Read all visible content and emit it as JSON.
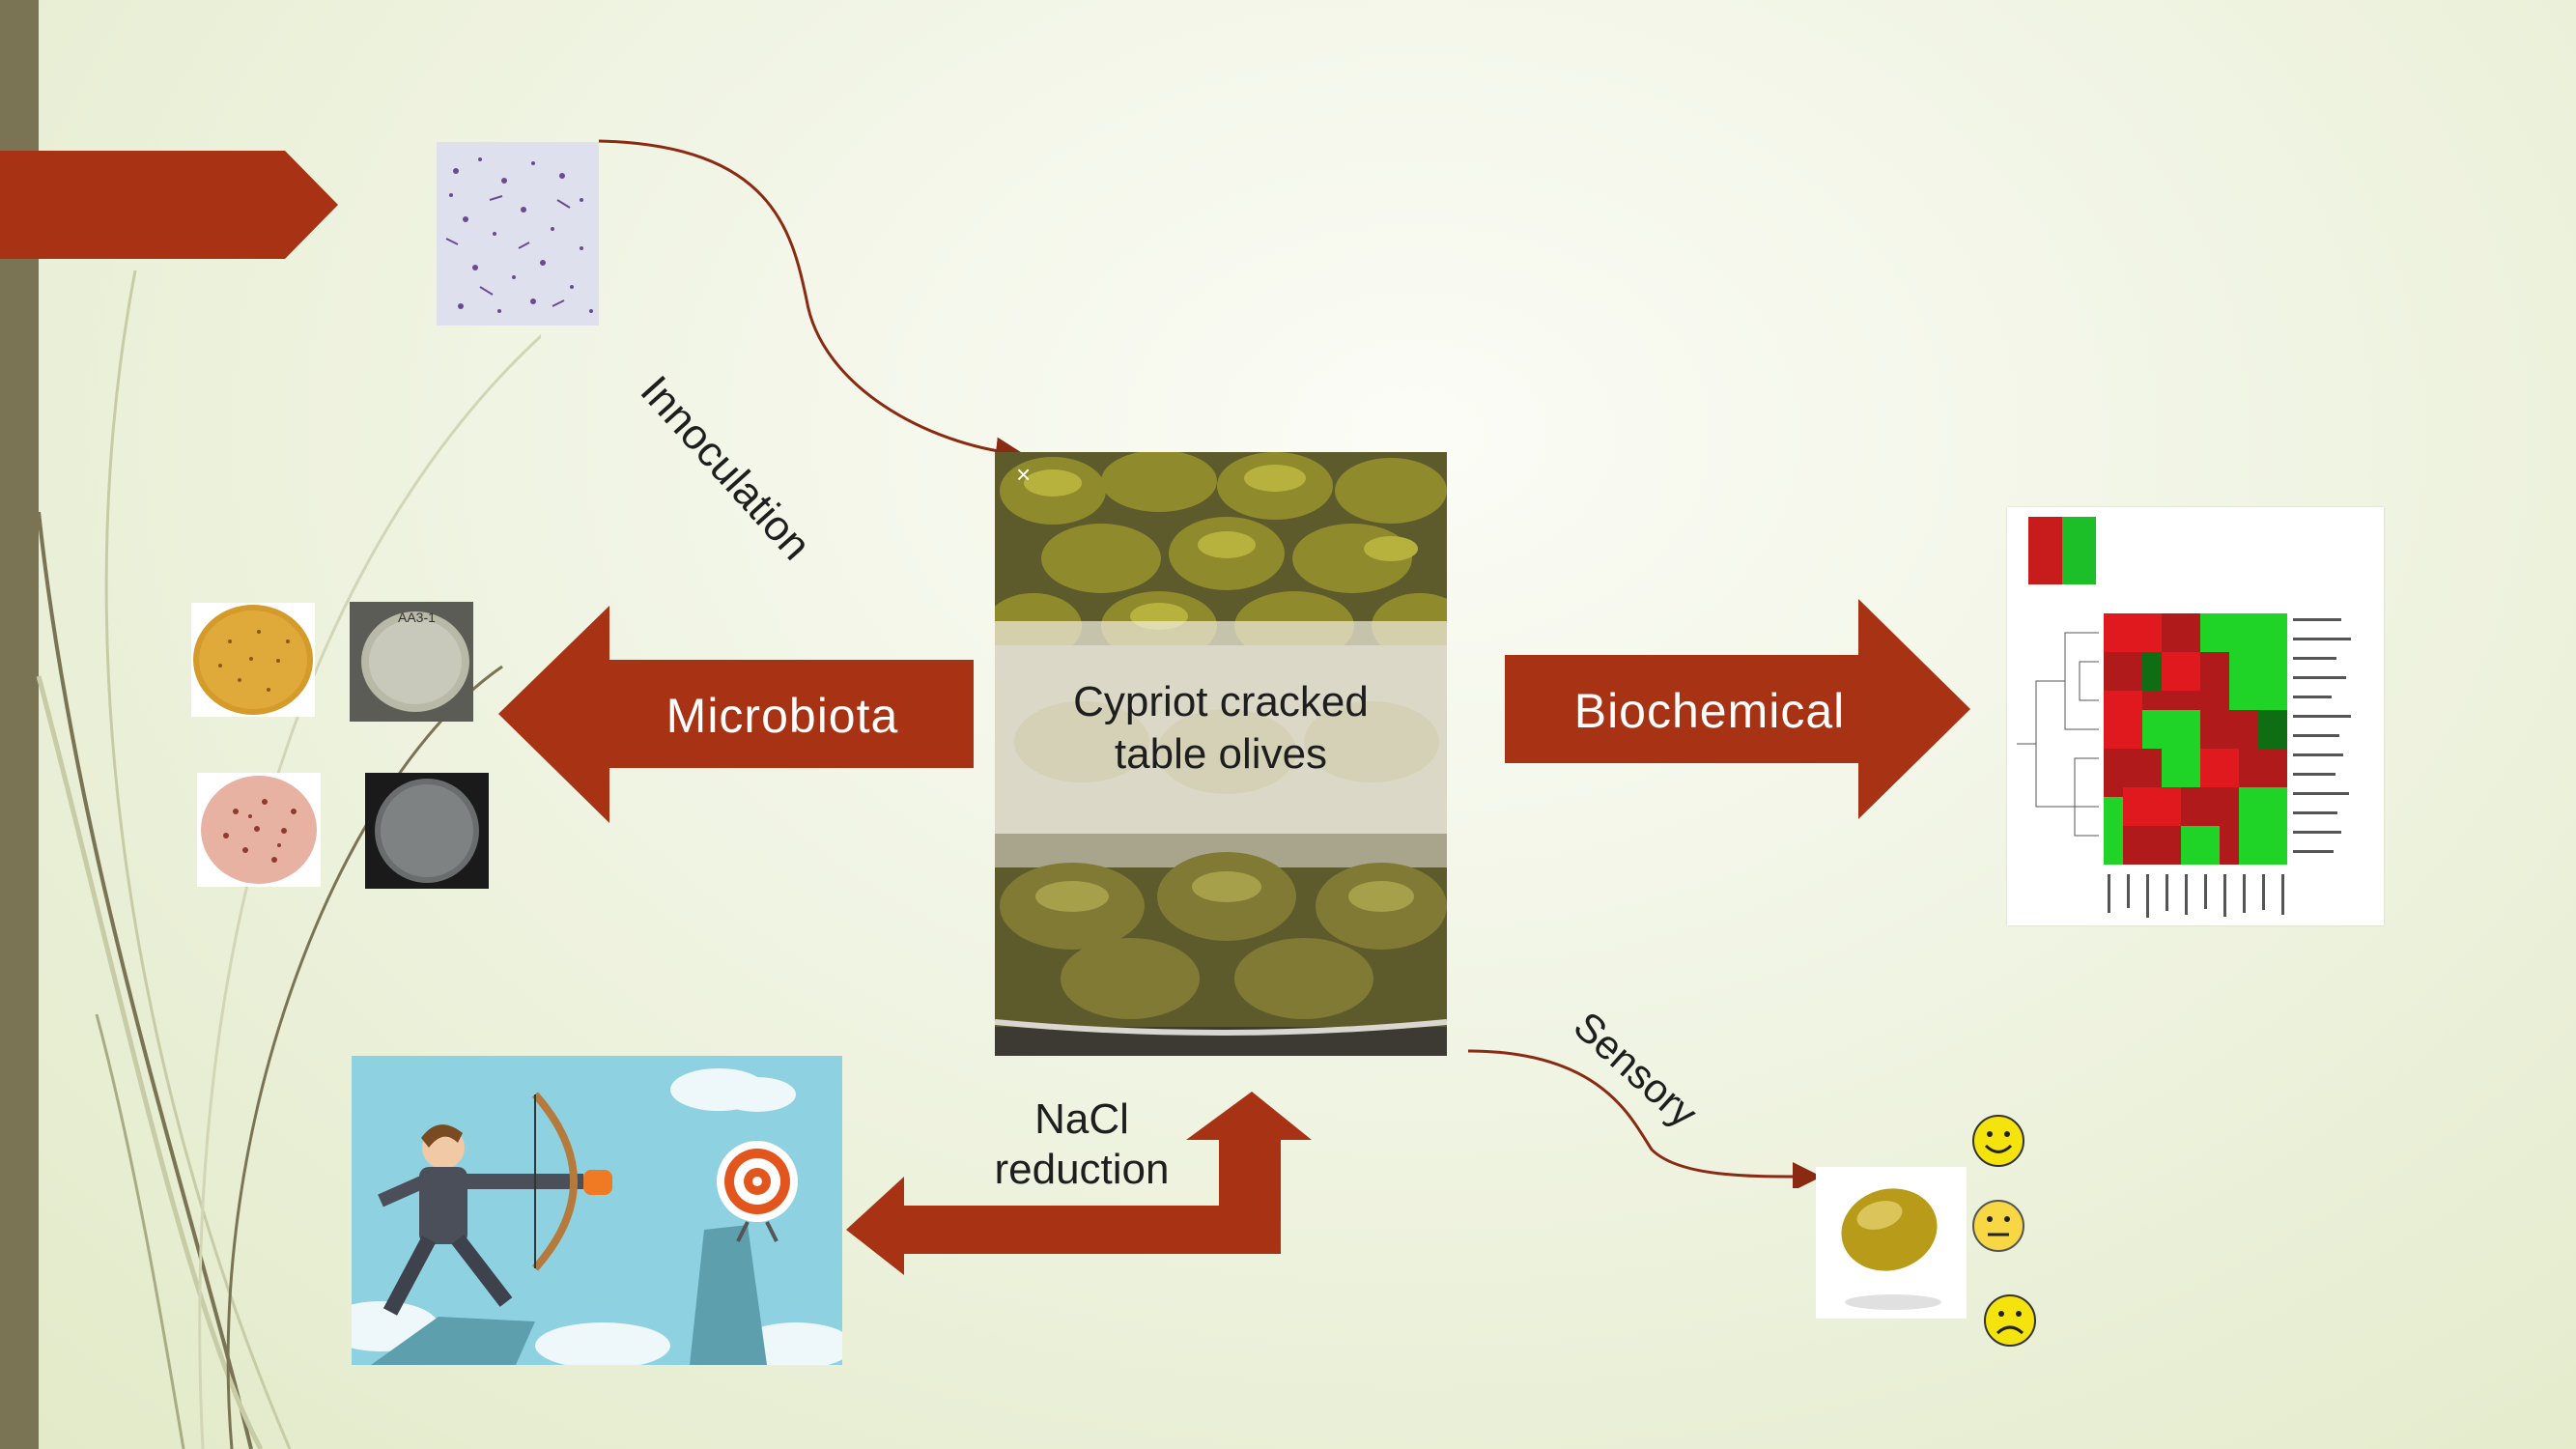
{
  "center": {
    "title_line1": "Cypriot cracked",
    "title_line2": "table olives",
    "close_glyph": "×"
  },
  "arrows": {
    "microbiota": "Microbiota",
    "biochemical": "Biochemical",
    "nacl_line1": "NaCl",
    "nacl_line2": "reduction"
  },
  "curves": {
    "innoculation": "Innoculation",
    "sensory": "Sensory"
  },
  "plates": {
    "plate2_label": "AA3-1"
  },
  "colors": {
    "arrow": "#a83314",
    "leftbar": "#7a7455",
    "heat_red": "#e0191e",
    "heat_green": "#1fd327"
  },
  "icons": [
    "happy-face-icon",
    "neutral-face-icon",
    "sad-face-icon"
  ]
}
